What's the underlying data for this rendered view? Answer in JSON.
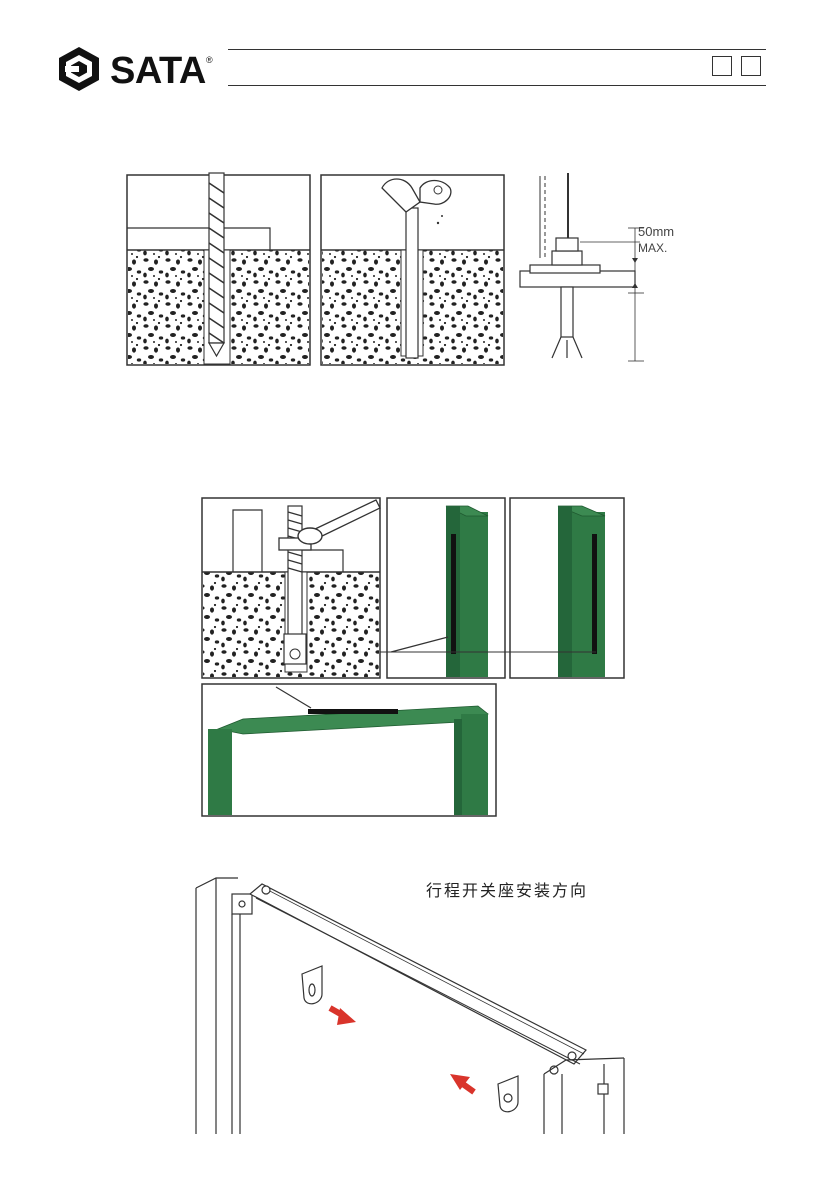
{
  "header": {
    "brand": "SATA",
    "registered_mark": "®",
    "logo_icon": "sata-hexagon-logo",
    "page_number_boxes": [
      "",
      ""
    ]
  },
  "figure1": {
    "label_dimension": "50mm",
    "label_max": "MAX."
  },
  "figure3": {
    "caption": "行程开关座安装方向",
    "arrow_color": "#d9342b"
  },
  "colors": {
    "frame_green": "#2f7a45",
    "frame_green_dark": "#1f5a30",
    "line": "#333333"
  }
}
